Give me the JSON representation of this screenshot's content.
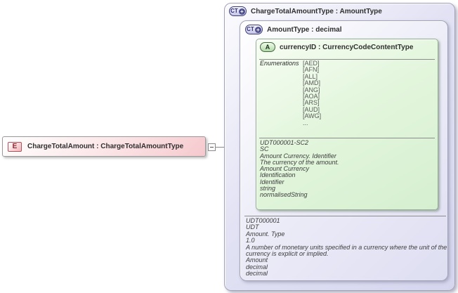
{
  "diagram": {
    "element": {
      "kind": "element",
      "label": "ChargeTotalAmount : ChargeTotalAmountType"
    },
    "outer_type": {
      "kind": "complexType",
      "title": "ChargeTotalAmountType : AmountType"
    },
    "inner_type": {
      "kind": "complexType",
      "title": "AmountType : decimal",
      "annotation": [
        "UDT000001",
        "UDT",
        "Amount. Type",
        "1.0",
        "A number of monetary units specified in a currency where the unit of the currency is explicit or implied.",
        "Amount",
        "decimal",
        "decimal"
      ]
    },
    "attribute": {
      "kind": "attribute",
      "title": "currencyID : CurrencyCodeContentType",
      "enum_label": "Enumerations",
      "enum_values": [
        "[AED]",
        "[AFN]",
        "[ALL]",
        "[AMD]",
        "[ANG]",
        "[AOA]",
        "[ARS]",
        "[AUD]",
        "[AWG]",
        "..."
      ],
      "annotation": [
        "UDT000001-SC2",
        "SC",
        "Amount Currency. Identifier",
        "The currency of the amount.",
        "Amount Currency",
        "Identification",
        "Identifier",
        "string",
        "normalisedString"
      ]
    }
  },
  "icons": {
    "element": "E",
    "complex_type": "CT",
    "attribute": "A",
    "expand": "+"
  },
  "colors": {
    "element_fill": "#f5c9cd",
    "element_icon_border": "#b05058",
    "element_icon_text": "#8c2830",
    "type_border": "#a2a2b6",
    "ct_icon_border": "#3c3c78",
    "ct_icon_text": "#2c2c6c",
    "attr_border": "#94ae94",
    "attr_icon_border": "#44663f",
    "attr_icon_text": "#173317",
    "header_text": "#303030",
    "annotation_text": "#3d3d3d",
    "enum_text": "#5a5a5a",
    "line": "#8a8a8a"
  }
}
